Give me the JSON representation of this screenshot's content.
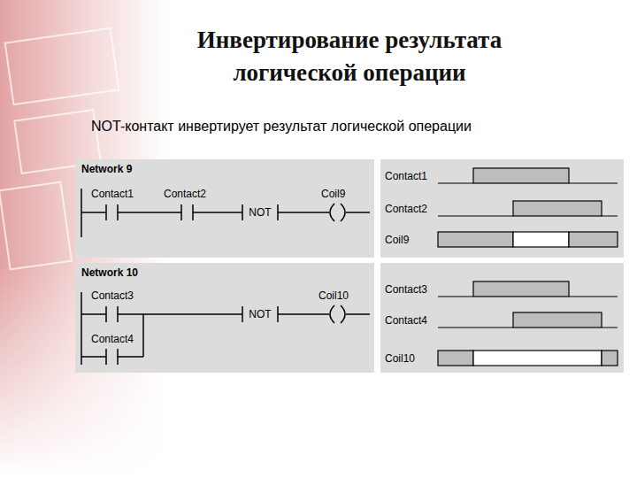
{
  "diagram": {
    "title": "Инвертирование результата логической операции",
    "labels": [
      "NOT-контакт инвертирует результат логической операции",
      "Network 9",
      "Contact1",
      "Contact2",
      "NOT",
      "Coil9",
      "Contact1",
      "Contact2",
      "Coil9",
      "Network 10",
      "Contact3",
      "NOT",
      "Coil10",
      "Contact4",
      "Contact3",
      "Contact4",
      "Coil10"
    ]
  }
}
